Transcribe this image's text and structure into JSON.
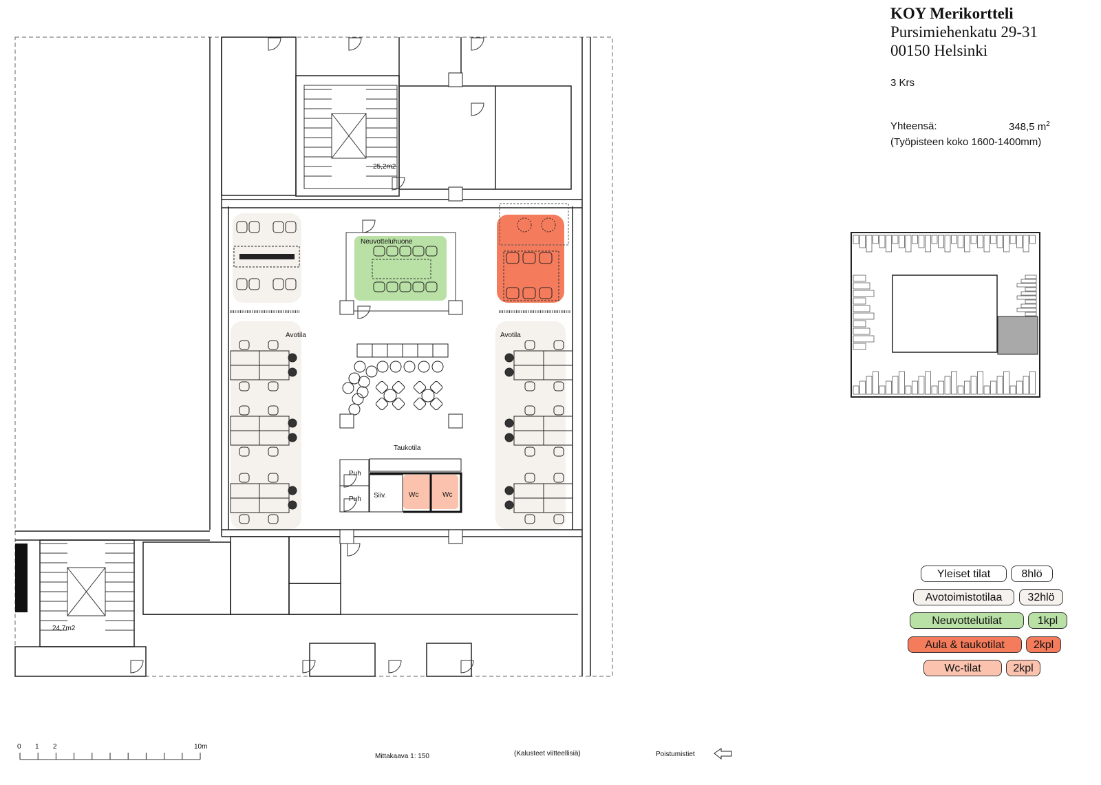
{
  "header": {
    "building": "KOY Merikortteli",
    "street": "Pursimiehenkatu 29-31",
    "city": "00150 Helsinki",
    "floor": "3 Krs",
    "total_label": "Yhteensä:",
    "total_value": "348,5 m",
    "total_unit_sup": "2",
    "workstation_note": "(Työpisteen koko 1600-1400mm)"
  },
  "plan": {
    "rooms": {
      "meeting_room": "Neuvotteluhuone",
      "open_left": "Avotila",
      "open_right": "Avotila",
      "break_room": "Taukotila",
      "phone_1": "Puh",
      "phone_2": "Puh",
      "cleaning": "Siiv.",
      "wc_1": "Wc",
      "wc_2": "Wc",
      "stair_area_top": "25,2m2",
      "stair_area_bottom": "24,7m2"
    }
  },
  "legend": [
    {
      "label": "Yleiset tilat",
      "count": "8hlö",
      "color": "#ffffff"
    },
    {
      "label": "Avotoimistotilaa",
      "count": "32hlö",
      "color": "#f5f1ec"
    },
    {
      "label": "Neuvottelutilat",
      "count": "1kpl",
      "color": "#b9e0a5"
    },
    {
      "label": "Aula & taukotilat",
      "count": "2kpl",
      "color": "#f47b5b"
    },
    {
      "label": "Wc-tilat",
      "count": "2kpl",
      "color": "#fbc3ae"
    }
  ],
  "footer": {
    "scale_ticks": [
      "0",
      "1",
      "2",
      "10m"
    ],
    "scale_text": "Mittakaava 1: 150",
    "furniture_note": "(Kalusteet viitteellisiä)",
    "exits_label": "Poistumistiet"
  },
  "colors": {
    "open_office": "#f5f1ec",
    "meeting": "#b9e0a5",
    "lobby": "#f47b5b",
    "wc": "#fbc3ae",
    "minimap_highlight": "#a9a9a9"
  }
}
